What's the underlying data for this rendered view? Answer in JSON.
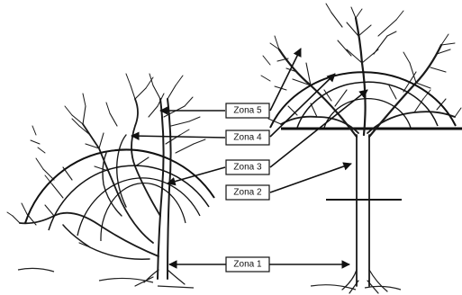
{
  "zones": [
    {
      "id": "zona-5",
      "label": "Zona 5"
    },
    {
      "id": "zona-4",
      "label": "Zona 4"
    },
    {
      "id": "zona-3",
      "label": "Zona 3"
    },
    {
      "id": "zona-2",
      "label": "Zona 2"
    },
    {
      "id": "zona-1",
      "label": "Zona 1"
    }
  ]
}
